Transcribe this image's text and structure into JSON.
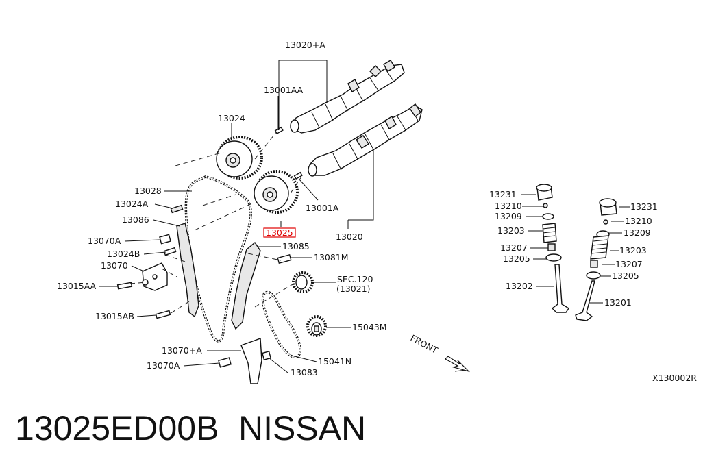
{
  "labels": {
    "l13020A": "13020+A",
    "l13001AA": "13001AA",
    "l13024": "13024",
    "l13028": "13028",
    "l13024A": "13024A",
    "l13086": "13086",
    "l13070A": "13070A",
    "l13024B": "13024B",
    "l13070": "13070",
    "l13015AA": "13015AA",
    "l13015AB": "13015AB",
    "l13001A": "13001A",
    "l13025": "13025",
    "l13085": "13085",
    "l13020": "13020",
    "l13081M": "13081M",
    "lSEC120": "SEC.120",
    "lSEC120sub": "(13021)",
    "l15043M": "15043M",
    "l13070PA": "13070+A",
    "l15041N": "15041N",
    "l13070A2": "13070A",
    "l13083": "13083",
    "r13231": "13231",
    "r13210": "13210",
    "r13209": "13209",
    "r13203": "13203",
    "r13207": "13207",
    "r13205": "13205",
    "r13202": "13202",
    "s13231": "13231",
    "s13210": "13210",
    "s13209": "13209",
    "s13203": "13203",
    "s13207": "13207",
    "s13205": "13205",
    "s13201": "13201",
    "front": "FRONT",
    "diagram_code": "X130002R"
  },
  "highlight_color": "#e00000",
  "footer": {
    "part_number": "13025ED00B",
    "brand": "NISSAN"
  }
}
